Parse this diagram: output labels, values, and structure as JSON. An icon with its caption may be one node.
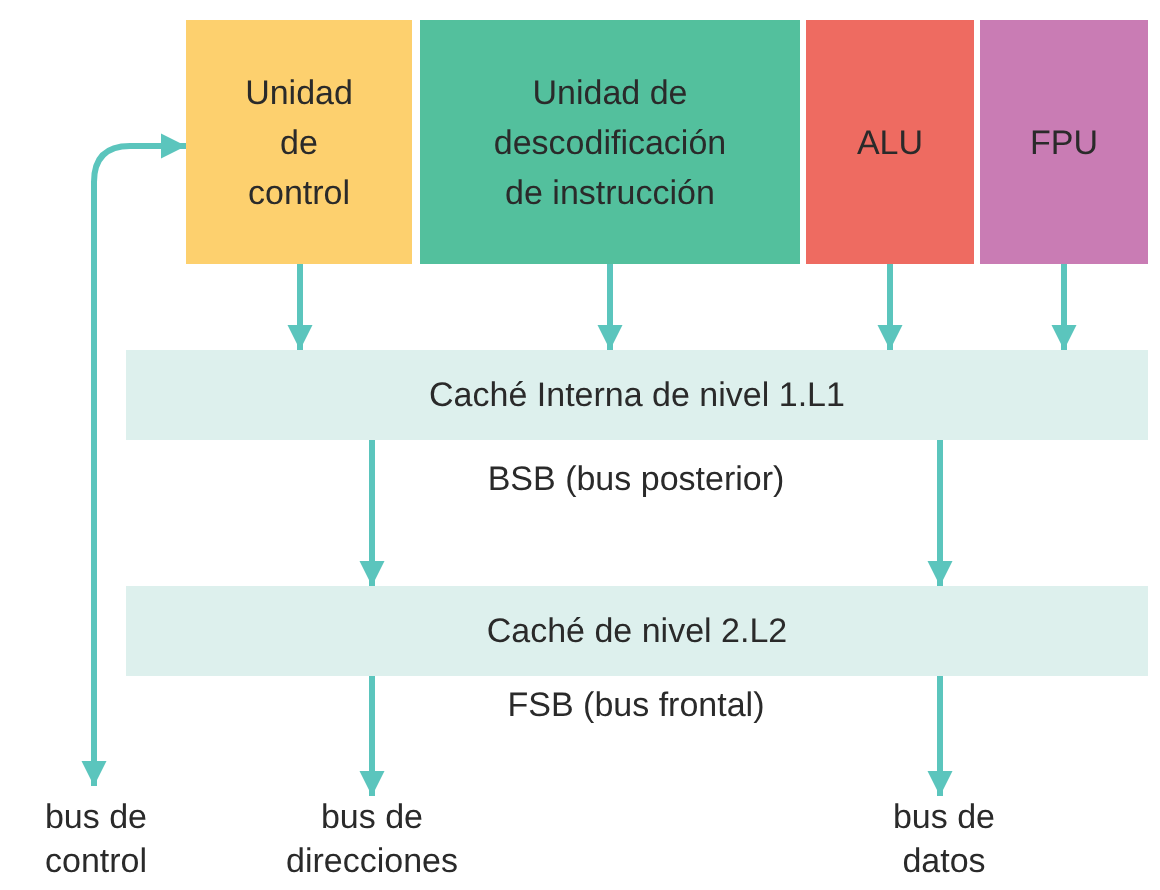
{
  "diagram": {
    "nodes": [
      {
        "text": [
          "Unidad de control"
        ]
      },
      {
        "text": [
          "Unidad de descodificación de instrucción"
        ]
      },
      {
        "text": [
          "ALU"
        ]
      },
      {
        "text": [
          "FPU"
        ]
      },
      {
        "text": [
          "Caché Interna de nivel 1.L1"
        ]
      },
      {
        "text": [
          "Caché de nivel 2.L2"
        ]
      },
      {
        "text": [
          "bus de control"
        ]
      },
      {
        "text": [
          "bus de direcciones"
        ]
      },
      {
        "text": [
          "bus de datos"
        ]
      }
    ],
    "edges": [
      {
        "from": 0,
        "to": 4,
        "arrow": "to"
      },
      {
        "from": 1,
        "to": 4,
        "arrow": "to"
      },
      {
        "from": 2,
        "to": 4,
        "arrow": "to"
      },
      {
        "from": 3,
        "to": 4,
        "arrow": "to"
      },
      {
        "from": 4,
        "to": 5,
        "arrow": "to"
      },
      {
        "from": 4,
        "to": 5,
        "arrow": "to"
      },
      {
        "from": 5,
        "to": 7,
        "arrow": "to"
      },
      {
        "from": 5,
        "to": 8,
        "arrow": "to"
      },
      {
        "from": 6,
        "to": 0,
        "arrow": "both"
      }
    ],
    "labels": [
      "BSB (bus posterior)",
      "FSB (bus frontal)"
    ]
  }
}
